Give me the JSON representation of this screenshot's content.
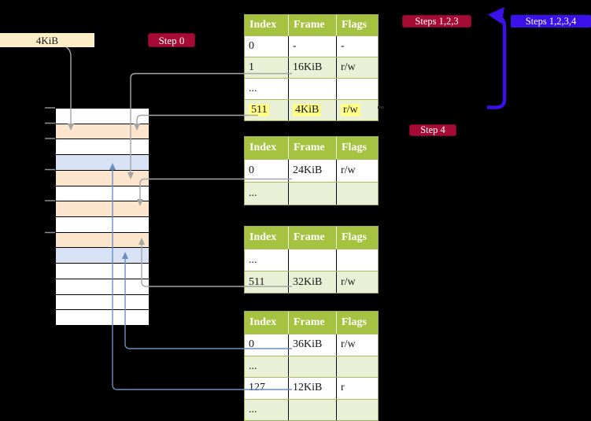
{
  "title": "Page table address translation diagram",
  "labels": {
    "frame_size": "4KiB",
    "step0": "Step 0",
    "steps_123": "Steps 1,2,3",
    "steps_1234": "Steps 1,2,3,4",
    "step4": "Step 4"
  },
  "colors": {
    "background": "#000000",
    "table_header_bg": "#a5c240",
    "table_border": "#9bab55",
    "table_row_green": "#eaf0d5",
    "table_row_white": "#ffffff",
    "highlight_yellow": "#ffff88",
    "memory_peach": "#fce5cd",
    "memory_blue": "#d7e3f5",
    "wheat_label_bg": "#fbeec6",
    "step_label_bg": "#a60b35",
    "steps1234_label_bg": "#3a11e8",
    "connector_gray": "#a6a6a6",
    "connector_blue": "#6c8ebf",
    "big_arrow_blue": "#3a11e8"
  },
  "page_tables": [
    {
      "name": "page-table-top",
      "headers": [
        "Index",
        "Frame",
        "Flags"
      ],
      "rows": [
        {
          "cells": [
            "0",
            "-",
            "-"
          ],
          "shaded": false,
          "highlighted": false
        },
        {
          "cells": [
            "1",
            "16KiB",
            "r/w"
          ],
          "shaded": true,
          "highlighted": false
        },
        {
          "cells": [
            "...",
            "",
            ""
          ],
          "shaded": false,
          "highlighted": false
        },
        {
          "cells": [
            "511",
            "4KiB",
            "r/w"
          ],
          "shaded": true,
          "highlighted": true
        }
      ]
    },
    {
      "name": "page-table-second",
      "headers": [
        "Index",
        "Frame",
        "Flags"
      ],
      "rows": [
        {
          "cells": [
            "0",
            "24KiB",
            "r/w"
          ],
          "shaded": false,
          "highlighted": false
        },
        {
          "cells": [
            "...",
            "",
            ""
          ],
          "shaded": true,
          "highlighted": false
        }
      ]
    },
    {
      "name": "page-table-third",
      "headers": [
        "Index",
        "Frame",
        "Flags"
      ],
      "rows": [
        {
          "cells": [
            "...",
            "",
            ""
          ],
          "shaded": false,
          "highlighted": false
        },
        {
          "cells": [
            "511",
            "32KiB",
            "r/w"
          ],
          "shaded": true,
          "highlighted": false
        }
      ]
    },
    {
      "name": "page-table-bottom",
      "headers": [
        "Index",
        "Frame",
        "Flags"
      ],
      "rows": [
        {
          "cells": [
            "0",
            "36KiB",
            "r/w"
          ],
          "shaded": false,
          "highlighted": false
        },
        {
          "cells": [
            "...",
            "",
            ""
          ],
          "shaded": true,
          "highlighted": false
        },
        {
          "cells": [
            "127",
            "12KiB",
            "r"
          ],
          "shaded": false,
          "highlighted": false
        },
        {
          "cells": [
            "...",
            "",
            ""
          ],
          "shaded": true,
          "highlighted": false
        }
      ]
    }
  ],
  "memory_column": {
    "rows": [
      "white",
      "peach",
      "white",
      "blue",
      "peach",
      "white",
      "peach",
      "white",
      "peach",
      "blue",
      "white",
      "white",
      "white",
      "white"
    ]
  }
}
